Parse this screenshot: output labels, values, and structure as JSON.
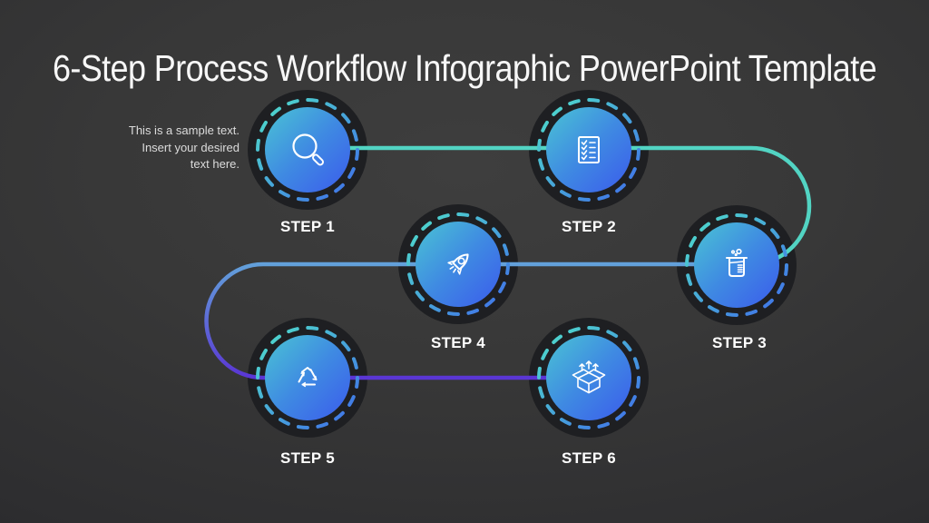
{
  "slide": {
    "title": "6-Step Process Workflow Infographic PowerPoint Template",
    "sample_text_lines": {
      "line1": "This is a sample text.",
      "line2": "Insert your desired",
      "line3": "text here."
    }
  },
  "steps": [
    {
      "label": "STEP 1",
      "icon": "magnifier-search-icon"
    },
    {
      "label": "STEP 2",
      "icon": "checklist-icon"
    },
    {
      "label": "STEP 3",
      "icon": "lab-beaker-icon"
    },
    {
      "label": "STEP 4",
      "icon": "rocket-icon"
    },
    {
      "label": "STEP 5",
      "icon": "recycle-icon"
    },
    {
      "label": "STEP 6",
      "icon": "open-box-icon"
    }
  ],
  "colors": {
    "background_center": "#3e3e3e",
    "background_edge": "#1d1d20",
    "node_halo": "#1e1f22",
    "connector_teal": "#52d4c3",
    "connector_blue": "#62a0da",
    "connector_purple": "#5a36d4",
    "ring_gradient_start": "#4fe0c9",
    "ring_gradient_end": "#3f6cea",
    "circle_gradient_start": "#4ac4d4",
    "circle_gradient_mid": "#3f8ae2",
    "circle_gradient_end": "#3b5bec",
    "icon_stroke": "#ffffff",
    "title_color": "#f7f7f7",
    "label_color": "#ffffff",
    "sample_text_color": "#dcdcdc"
  }
}
